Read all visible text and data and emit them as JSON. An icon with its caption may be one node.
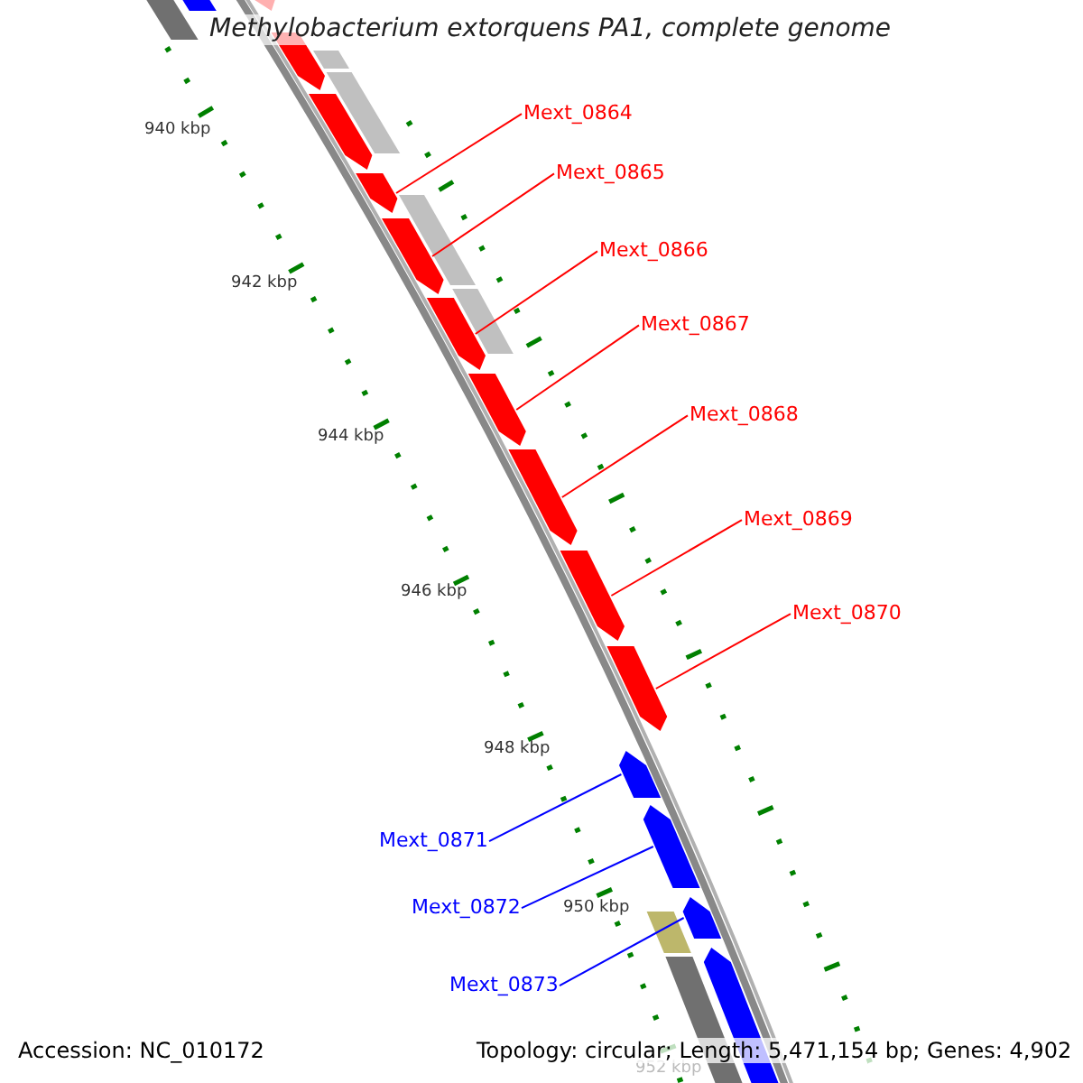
{
  "diagram": {
    "title": "Methylobacterium extorquens PA1, complete genome",
    "nodes": [
      {
        "text": [
          "Mext_0864"
        ]
      },
      {
        "text": [
          "Mext_0865"
        ]
      },
      {
        "text": [
          "Mext_0866"
        ]
      },
      {
        "text": [
          "Mext_0867"
        ]
      },
      {
        "text": [
          "Mext_0868"
        ]
      },
      {
        "text": [
          "Mext_0869"
        ]
      },
      {
        "text": [
          "Mext_0870"
        ]
      },
      {
        "text": [
          "Mext_0871"
        ]
      },
      {
        "text": [
          "Mext_0872"
        ]
      },
      {
        "text": [
          "Mext_0873"
        ]
      },
      {
        "text": [],
        "shape": "arrow"
      },
      {
        "text": [],
        "shape": "arrow"
      },
      {
        "text": [],
        "shape": "arrow"
      },
      {
        "text": [],
        "shape": "arrow"
      },
      {
        "text": [],
        "shape": "arrow"
      },
      {
        "text": [],
        "shape": "arrow"
      },
      {
        "text": [],
        "shape": "arrow"
      },
      {
        "text": [],
        "shape": "arrow"
      },
      {
        "text": [],
        "shape": "arrow"
      },
      {
        "text": [],
        "shape": "arrow"
      },
      {
        "text": [],
        "shape": "box"
      },
      {
        "text": [],
        "shape": "box"
      },
      {
        "text": [],
        "shape": "arrow"
      },
      {
        "text": [],
        "shape": "arrow"
      },
      {
        "text": [],
        "shape": "arrow"
      },
      {
        "text": [],
        "shape": "box"
      },
      {
        "text": [],
        "shape": "arrow"
      },
      {
        "text": [],
        "shape": "box"
      },
      {
        "text": [],
        "shape": "box"
      },
      {
        "text": [],
        "shape": "box"
      },
      {
        "text": [],
        "shape": "arrow"
      },
      {
        "text": [],
        "shape": "box"
      }
    ],
    "edges": [
      {
        "from": 0,
        "to": 10,
        "arrow": "none"
      },
      {
        "from": 1,
        "to": 11,
        "arrow": "none"
      },
      {
        "from": 2,
        "to": 12,
        "arrow": "none"
      },
      {
        "from": 3,
        "to": 13,
        "arrow": "none"
      },
      {
        "from": 4,
        "to": 14,
        "arrow": "none"
      },
      {
        "from": 5,
        "to": 15,
        "arrow": "none"
      },
      {
        "from": 6,
        "to": 16,
        "arrow": "none"
      },
      {
        "from": 7,
        "to": 17,
        "arrow": "none",
        "color": "#0000ff"
      },
      {
        "from": 8,
        "to": 18,
        "arrow": "none",
        "color": "#0000ff"
      },
      {
        "from": 9,
        "to": 19,
        "arrow": "none",
        "color": "#0000ff"
      }
    ],
    "labels": [
      "940 kbp",
      "942 kbp",
      "944 kbp",
      "946 kbp",
      "948 kbp",
      "950 kbp",
      "952 kbp",
      "Accession: NC_010172",
      "Topology: circular; Length: 5,471,154 bp; Genes: 4,902"
    ]
  }
}
